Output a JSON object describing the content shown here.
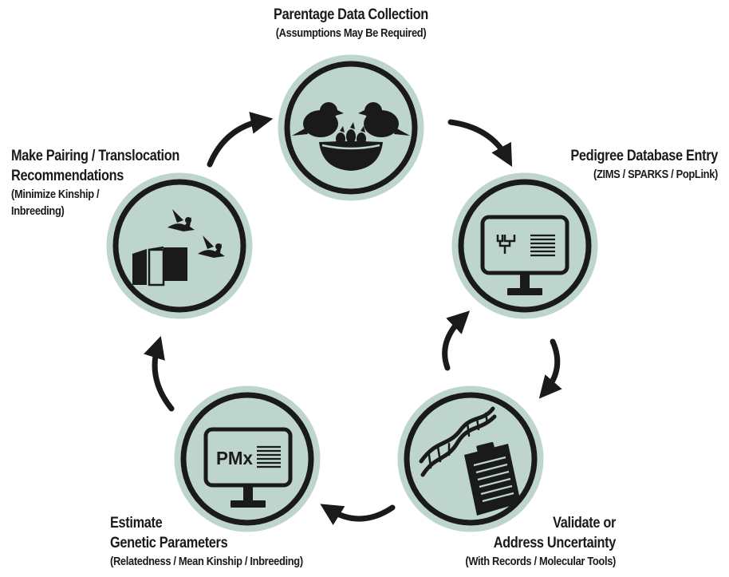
{
  "steps": [
    {
      "title": "Parentage Data Collection",
      "subtitle": "(Assumptions May Be Required)"
    },
    {
      "title": "Pedigree Database Entry",
      "subtitle": "(ZIMS / SPARKS / PopLink)"
    },
    {
      "title_lines": [
        "Validate or",
        "Address Uncertainty"
      ],
      "subtitle": "(With Records / Molecular Tools)"
    },
    {
      "title_lines": [
        "Estimate",
        "Genetic Parameters"
      ],
      "subtitle": "(Relatedness / Mean Kinship / Inbreeding)"
    },
    {
      "title_lines": [
        "Make Pairing / Translocation",
        "Recommendations"
      ],
      "subtitle_lines": [
        "(Minimize Kinship /",
        "Inbreeding)"
      ]
    }
  ],
  "monitor_text": "PMx",
  "colors": {
    "circle_fill": "#bdd5cc",
    "ink": "#1a1a1a",
    "background": "#ffffff"
  },
  "icons": [
    "birds-nest-icon",
    "pedigree-monitor-icon",
    "dna-clipboard-icon",
    "pmx-monitor-icon",
    "crate-birds-icon"
  ]
}
